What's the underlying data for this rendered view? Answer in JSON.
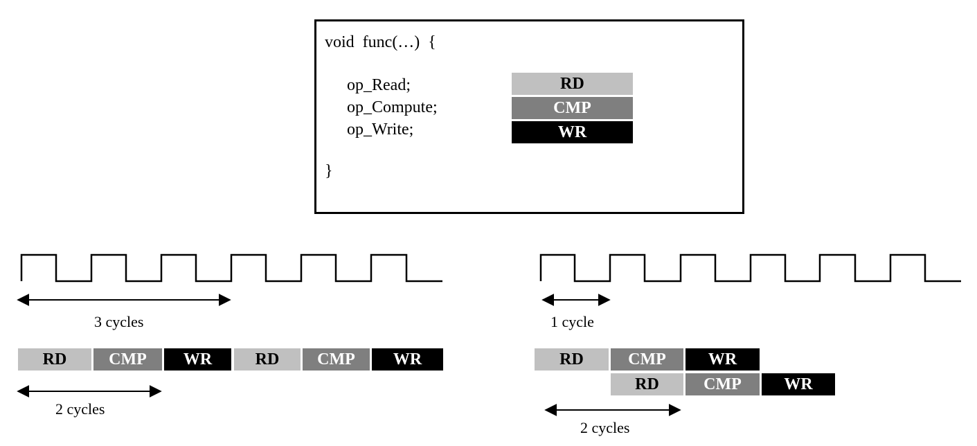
{
  "code": {
    "signature": "void  func(…)  {",
    "lines": [
      "op_Read;",
      "op_Compute;",
      "op_Write;"
    ],
    "closing": "}"
  },
  "stages": {
    "rd": "RD",
    "cmp": "CMP",
    "wr": "WR"
  },
  "colors": {
    "rd": "#c0c0c0",
    "cmp": "#7f7f7f",
    "wr": "#000000"
  },
  "sequential": {
    "clock_period_label": "3 cycles",
    "latency_label": "2 cycles",
    "timeline": [
      "RD",
      "CMP",
      "WR",
      "RD",
      "CMP",
      "WR"
    ]
  },
  "pipelined": {
    "clock_period_label": "1 cycle",
    "latency_label": "2 cycles",
    "row1": [
      "RD",
      "CMP",
      "WR"
    ],
    "row2": [
      "RD",
      "CMP",
      "WR"
    ]
  }
}
